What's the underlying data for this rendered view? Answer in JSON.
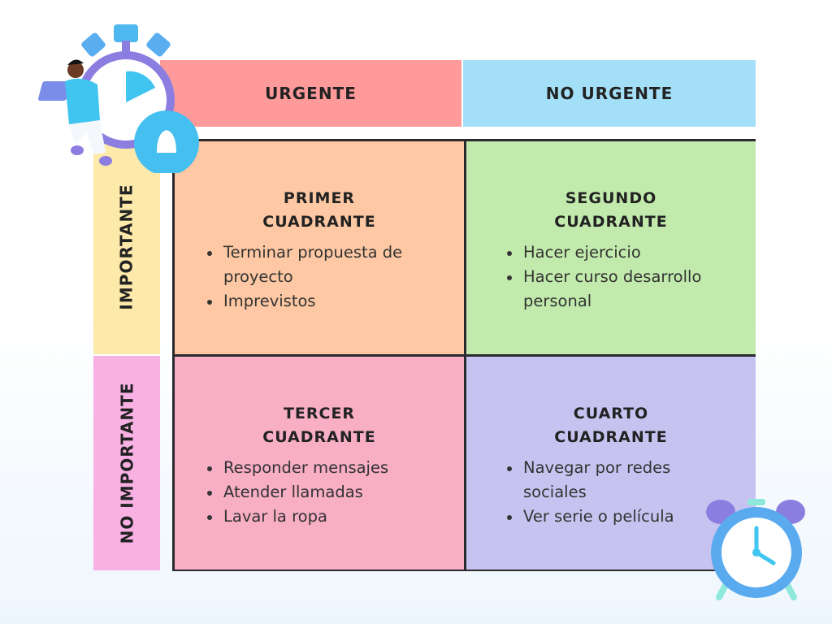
{
  "columns": [
    "URGENTE",
    "NO URGENTE"
  ],
  "rows": [
    "IMPORTANTE",
    "NO IMPORTANTE"
  ],
  "quadrants": [
    {
      "title": [
        "PRIMER",
        "CUADRANTE"
      ],
      "items": [
        "Terminar propuesta de proyecto",
        "Imprevistos"
      ]
    },
    {
      "title": [
        "SEGUNDO",
        "CUADRANTE"
      ],
      "items": [
        "Hacer ejercicio",
        "Hacer curso desarrollo personal"
      ]
    },
    {
      "title": [
        "TERCER",
        "CUADRANTE"
      ],
      "items": [
        "Responder mensajes",
        "Atender llamadas",
        "Lavar la ropa"
      ]
    },
    {
      "title": [
        "CUARTO",
        "CUADRANTE"
      ],
      "items": [
        "Navegar por redes sociales",
        "Ver serie o película"
      ]
    }
  ],
  "colors": {
    "urgent": "#fe9a9a",
    "not_urgent": "#a3e0f7",
    "important": "#fde9a9",
    "not_important": "#f9b0e3"
  }
}
